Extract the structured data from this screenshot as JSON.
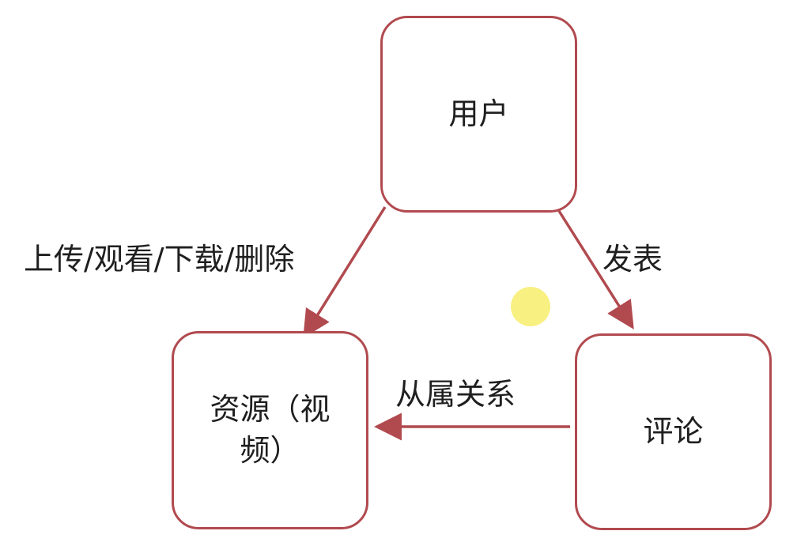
{
  "diagram": {
    "nodes": {
      "user": "用户",
      "resource": "资源（视频）",
      "comment": "评论"
    },
    "edges": {
      "user_to_resource": "上传/观看/下载/删除",
      "user_to_comment": "发表",
      "comment_to_resource": "从属关系"
    }
  },
  "colors": {
    "node_border": "#b14a4f",
    "arrow": "#b14a4f",
    "highlight": "#f8ef7a"
  }
}
